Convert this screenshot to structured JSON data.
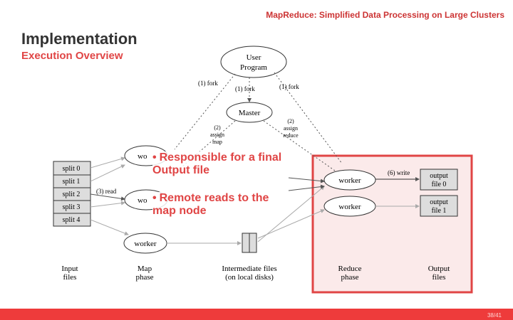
{
  "header": {
    "text": "MapReduce: Simplified Data Processing on Large Clusters"
  },
  "slide": {
    "title": "Implementation",
    "subtitle": "Execution Overview"
  },
  "notes": [
    {
      "text": "Responsible for a final Output file"
    },
    {
      "text": "Remote reads to the map node"
    }
  ],
  "diagram": {
    "user_program": "User\nProgram",
    "master": "Master",
    "fork_left": "(1) fork",
    "fork_mid": "(1) fork",
    "fork_right": "(1) fork",
    "assign_map": "(2)\nassign\nmap",
    "assign_reduce": "(2)\nassign\nreduce",
    "splits": [
      "split 0",
      "split 1",
      "split 2",
      "split 3",
      "split 4"
    ],
    "read_label": "(3) read",
    "map_workers": [
      "wo",
      "wo",
      "worker"
    ],
    "reduce_workers": [
      "worker",
      "worker"
    ],
    "write_label": "(6) write",
    "output_files": [
      "output\nfile 0",
      "output\nfile 1"
    ],
    "phase_labels": [
      "Input\nfiles",
      "Map\nphase",
      "Intermediate files\n(on local disks)",
      "Reduce\nphase",
      "Output\nfiles"
    ]
  },
  "footer": {
    "page_number": "38/41"
  },
  "colors": {
    "accent": "#e04545",
    "bar": "#ee3b3b",
    "highlight_fill": "#fbeaea"
  }
}
